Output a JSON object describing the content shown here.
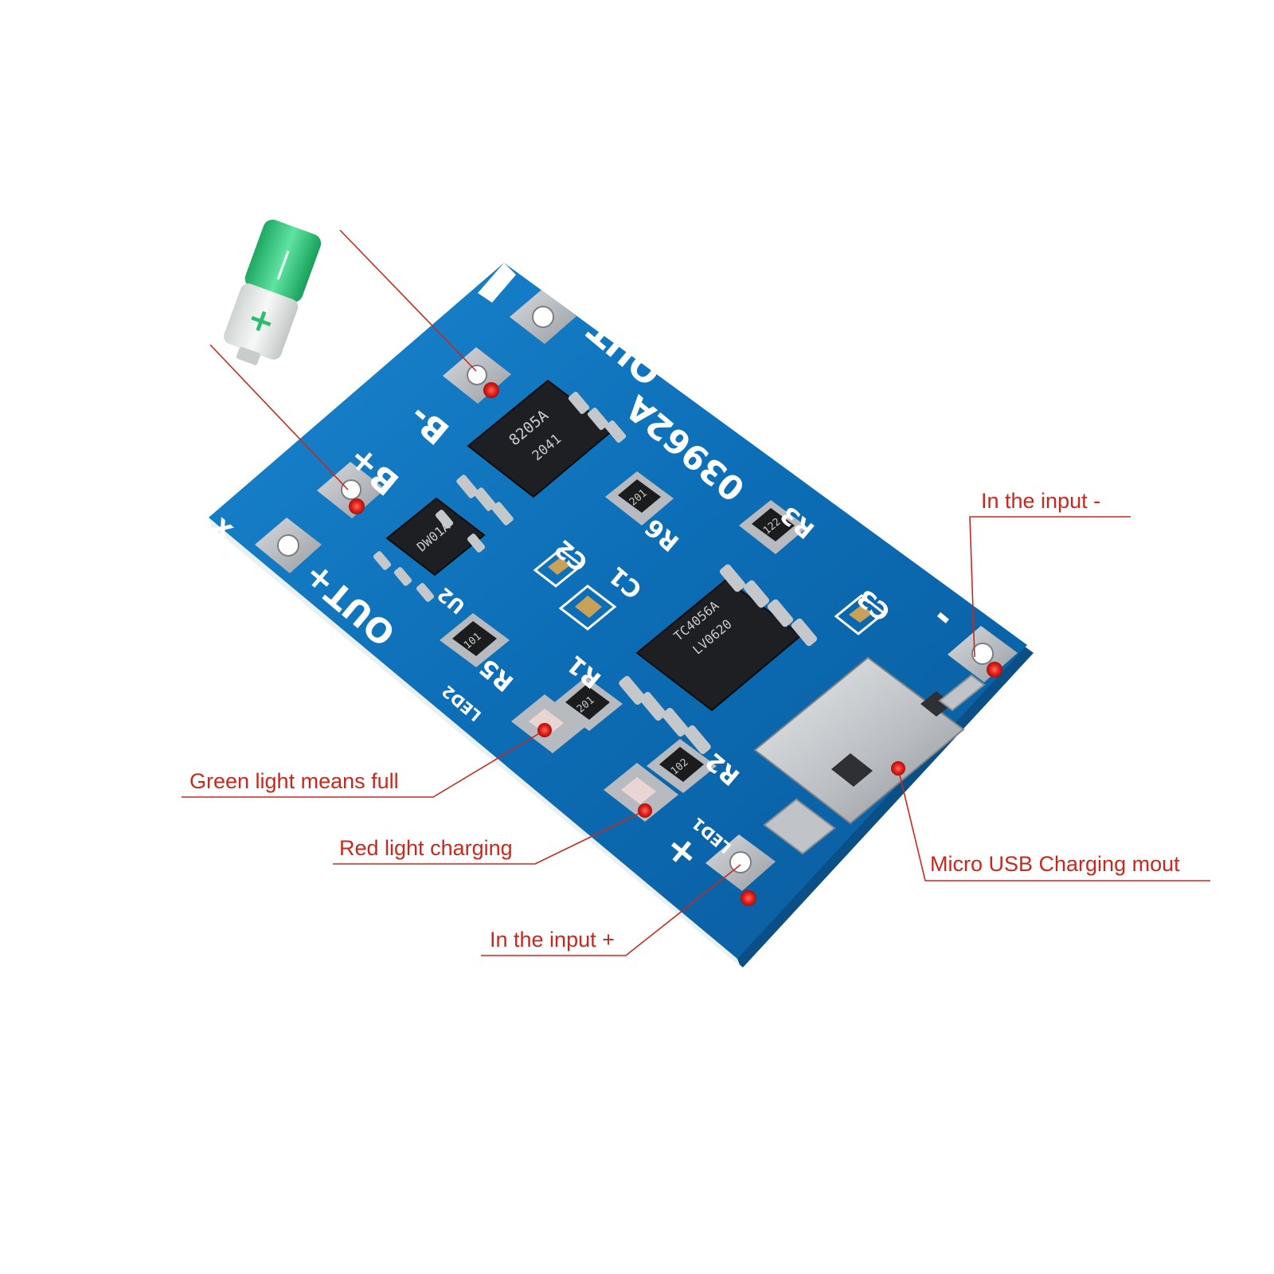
{
  "battery": {
    "positive_symbol": "+",
    "negative_symbol": "|"
  },
  "board": {
    "silkscreen": {
      "out_minus": "OUT-",
      "part_number": "03962A",
      "b_minus": "B-",
      "b_plus": "B+",
      "out_plus": "OUT+",
      "corner_mark": "x",
      "r1": "R1",
      "r2": "R2",
      "r3": "R3",
      "r5": "R5",
      "r6": "R6",
      "c1": "C1",
      "c2": "C2",
      "c3": "C3",
      "u2": "U2",
      "led1": "LED1",
      "led2": "LED2",
      "pad_minus": "-",
      "pad_plus": "+"
    },
    "chips": {
      "mosfet_top": "8205A",
      "mosfet_bottom": "2041",
      "protection_ic": "DW01A",
      "charger_ic_top": "TC4056A",
      "charger_ic_bottom": "LV0620"
    },
    "resistor_codes": {
      "r6": "201",
      "r3": "122",
      "r5": "101",
      "r1": "201",
      "r2": "102"
    }
  },
  "callouts": {
    "input_minus": "In the input -",
    "green_full": "Green light means full",
    "red_charging": "Red light charging",
    "micro_usb": "Micro USB Charging mout",
    "input_plus": "In the input +"
  },
  "colors": {
    "pcb": "#0d6fb8",
    "callout": "#c8281e",
    "pad": "#b7bbbf",
    "battery_green": "#2fc878"
  }
}
